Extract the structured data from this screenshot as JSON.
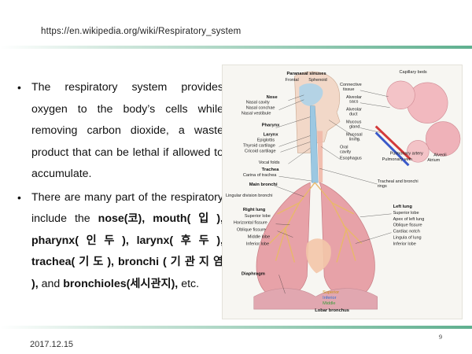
{
  "header": {
    "url": "https://en.wikipedia.org/wiki/Respiratory_system"
  },
  "bullets": {
    "b1": "The respiratory system provides oxygen to the body’s cells while removing carbon dioxide, a waste product that can be lethal if allowed to accumulate.",
    "b2_intro": "There are many part of the respiratory include the ",
    "nose": "nose(코),",
    "mouth": "mouth( 입 ),",
    "pharynx": "pharynx( 인 두 ),",
    "larynx": "larynx( 후 두 ),",
    "trachea": "trachea( 기 도 ),",
    "bronchi": "bronchi ( 기 관 지 염 ),",
    "and": " and ",
    "bronchioles": "bronchioles(세시관지),",
    "etc": " etc."
  },
  "figure": {
    "labels_left": {
      "paranasal": "Paranasal sinuses",
      "frontal": "Frontal",
      "sphenoid": "Sphenoid",
      "nose": "Nose",
      "nasal_cavity": "Nasal cavity",
      "nasal_conchae": "Nasal conchae",
      "nasal_vestibule": "Nasal vestibule",
      "pharynx": "Pharynx",
      "larynx": "Larynx",
      "epiglottis": "Epiglottis",
      "thyroid": "Thyroid cartilage",
      "cricoid": "Cricoid cartilage",
      "vocal_folds": "Vocal folds",
      "trachea": "Trachea",
      "carina": "Carina of trachea",
      "main_bronchi": "Main bronchi",
      "lingular": "Lingular division bronchi",
      "right_lung": "Right lung",
      "superior_lobe": "Superior lobe",
      "horizontal": "Horizontal fissure",
      "oblique": "Oblique fissure",
      "middle_lobe": "Middle lobe",
      "inferior_lobe": "Inferior lobe",
      "diaphragm": "Diaphragm"
    },
    "labels_right": {
      "capillary": "Capillary beds",
      "connective": "Connective",
      "tissue": "tissue",
      "alveolar_sacs_1": "Alveolar",
      "alveolar_sacs_2": "sacs",
      "alveolar_duct_1": "Alveolar",
      "alveolar_duct_2": "duct",
      "mucous_1": "Mucous",
      "mucous_2": "gland",
      "mucosal_1": "Mucosal",
      "mucosal_2": "lining",
      "oral_1": "Oral",
      "oral_2": "cavity",
      "esophagus": "Esophagus",
      "pulm_artery": "Pulmonary artery",
      "pulm_vein": "Pulmonary vein",
      "alveoli": "Alveoli",
      "atrium": "Atrium",
      "tracheal_1": "Tracheal and bronchi",
      "tracheal_2": "rings",
      "left_lung": "Left lung",
      "l_superior": "Superior lobe",
      "apex": "Apex of left lung",
      "l_oblique": "Oblique fissure",
      "cardiac": "Cardiac notch",
      "lingula": "Lingula of lung",
      "l_inferior": "Inferior lobe",
      "superior": "Superior",
      "inferior": "Inferior",
      "middle": "Middle",
      "lobar": "Lobar bronchus"
    }
  },
  "footer": {
    "date": "2017.12.15",
    "page": "9"
  },
  "colors": {
    "accent_rule": "#5fb08f",
    "lung": "#e7a2a8",
    "airway": "#8fc1de"
  }
}
